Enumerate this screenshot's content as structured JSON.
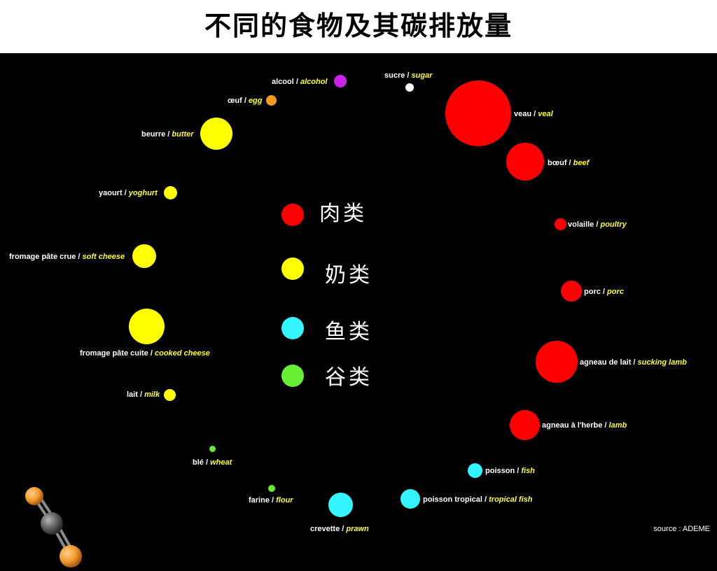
{
  "title": "不同的食物及其碳排放量",
  "source": "source : ADEME",
  "colors": {
    "meat": "#ff0000",
    "dairy": "#ffff00",
    "fish": "#33f5ff",
    "grain": "#66ee33",
    "alcohol": "#cc22ee",
    "egg": "#f59a1c",
    "sugar": "#ffffff"
  },
  "legend": [
    {
      "label": "肉类",
      "category": "meat"
    },
    {
      "label": "奶类",
      "category": "dairy"
    },
    {
      "label": "鱼类",
      "category": "fish"
    },
    {
      "label": "谷类",
      "category": "grain"
    }
  ],
  "foods": [
    {
      "fr": "alcool",
      "en": "alcohol",
      "category": "alcohol"
    },
    {
      "fr": "sucre",
      "en": "sugar",
      "category": "sugar"
    },
    {
      "fr": "œuf",
      "en": "egg",
      "category": "egg"
    },
    {
      "fr": "veau",
      "en": "veal",
      "category": "meat"
    },
    {
      "fr": "beurre",
      "en": "butter",
      "category": "dairy"
    },
    {
      "fr": "bœuf",
      "en": "beef",
      "category": "meat"
    },
    {
      "fr": "yaourt",
      "en": "yoghurt",
      "category": "dairy"
    },
    {
      "fr": "volaille",
      "en": "poultry",
      "category": "meat"
    },
    {
      "fr": "fromage pâte crue",
      "en": "soft cheese",
      "category": "dairy"
    },
    {
      "fr": "porc",
      "en": "porc",
      "category": "meat"
    },
    {
      "fr": "fromage pâte cuite",
      "en": "cooked cheese",
      "category": "dairy"
    },
    {
      "fr": "agneau de lait",
      "en": "sucking lamb",
      "category": "meat"
    },
    {
      "fr": "lait",
      "en": "milk",
      "category": "dairy"
    },
    {
      "fr": "agneau à l'herbe",
      "en": "lamb",
      "category": "meat"
    },
    {
      "fr": "blé",
      "en": "wheat",
      "category": "grain"
    },
    {
      "fr": "poisson",
      "en": "fish",
      "category": "fish"
    },
    {
      "fr": "farine",
      "en": "flour",
      "category": "grain"
    },
    {
      "fr": "poisson tropical",
      "en": "tropical fish",
      "category": "fish"
    },
    {
      "fr": "crevette",
      "en": "prawn",
      "category": "fish"
    }
  ]
}
